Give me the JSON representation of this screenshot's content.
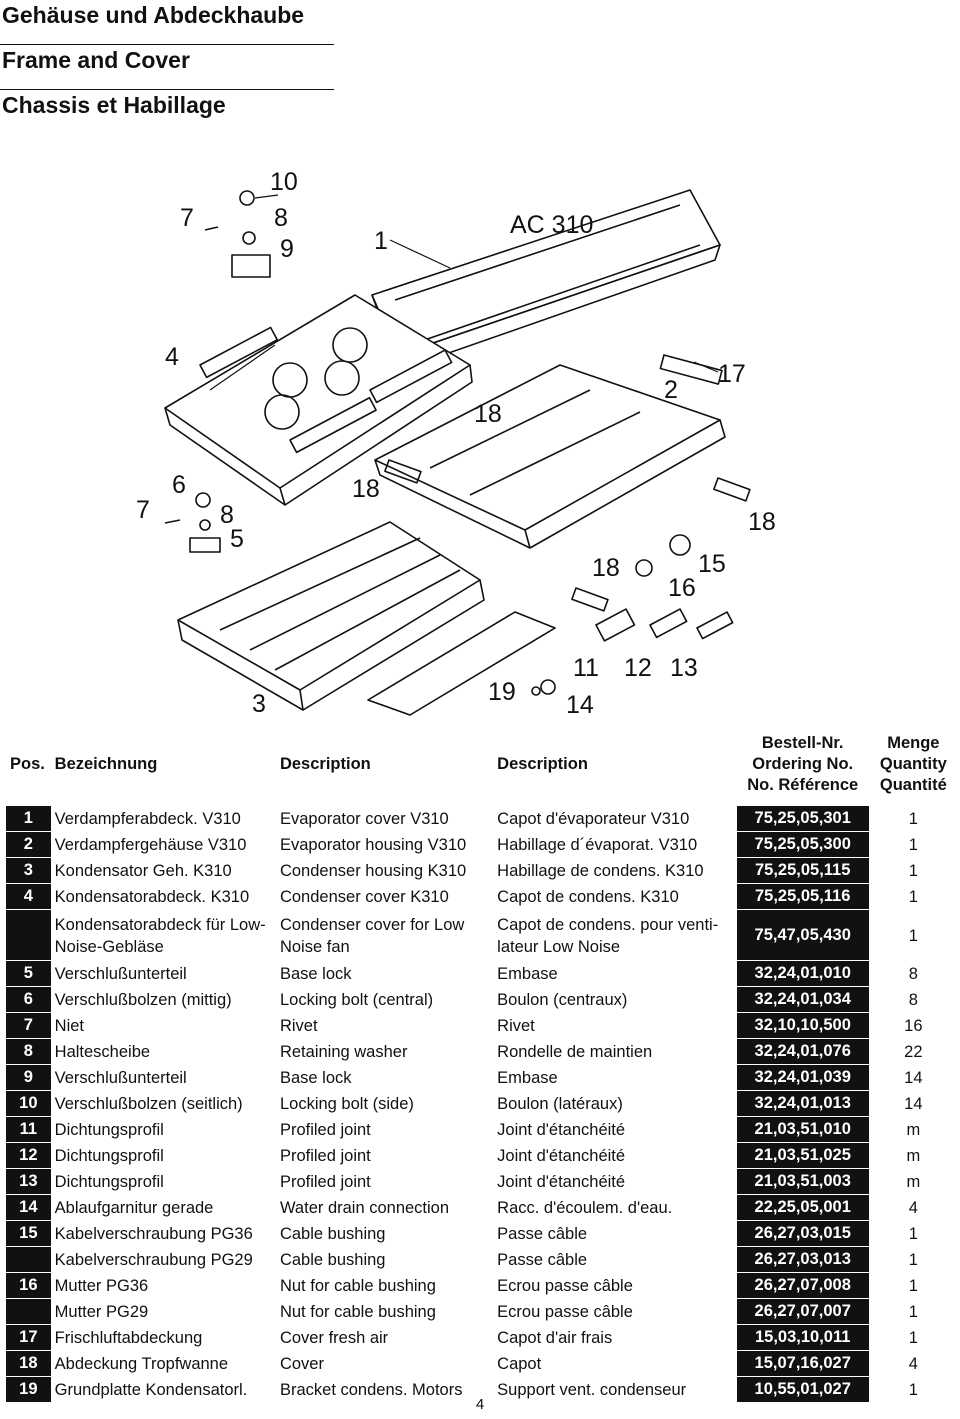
{
  "titles": {
    "de": "Gehäuse und Abdeckhaube",
    "en": "Frame and Cover",
    "fr": "Chassis et Habillage"
  },
  "diagram": {
    "model_label": "AC 310",
    "callouts": {
      "c10": "10",
      "c7a": "7",
      "c8a": "8",
      "c9": "9",
      "c1": "1",
      "c4": "4",
      "c17": "17",
      "c2": "2",
      "c18a": "18",
      "c7b": "7",
      "c6": "6",
      "c8b": "8",
      "c5": "5",
      "c18b": "18",
      "c18c": "18",
      "c18d": "18",
      "c15": "15",
      "c16": "16",
      "c11": "11",
      "c12": "12",
      "c13": "13",
      "c19": "19",
      "c3": "3",
      "c14": "14"
    }
  },
  "table": {
    "headers": {
      "pos": "Pos.",
      "bezeichnung": "Bezeichnung",
      "description_en": "Description",
      "description_fr": "Description",
      "order_1": "Bestell-Nr.",
      "order_2": "Ordering No.",
      "order_3": "No. Référence",
      "qty_1": "Menge",
      "qty_2": "Quantity",
      "qty_3": "Quantité"
    },
    "rows": [
      {
        "pos": "1",
        "de": "Verdampferabdeck. V310",
        "en": "Evaporator cover V310",
        "fr": "Capot d'évaporateur V310",
        "order": "75,25,05,301",
        "qty": "1"
      },
      {
        "pos": "2",
        "de": "Verdampfergehäuse V310",
        "en": "Evaporator housing V310",
        "fr": "Habillage d´évaporat. V310",
        "order": "75,25,05,300",
        "qty": "1"
      },
      {
        "pos": "3",
        "de": "Kondensator Geh. K310",
        "en": "Condenser housing K310",
        "fr": "Habillage de condens. K310",
        "order": "75,25,05,115",
        "qty": "1"
      },
      {
        "pos": "4",
        "de": "Kondensatorabdeck. K310",
        "en": "Condenser cover K310",
        "fr": "Capot de condens. K310",
        "order": "75,25,05,116",
        "qty": "1"
      },
      {
        "pos": "",
        "de": "Kondensatorabdeck für Low-Noise-Gebläse",
        "en": "Condenser cover for Low Noise fan",
        "fr": "Capot de condens. pour venti-lateur Low Noise",
        "order": "75,47,05,430",
        "qty": "1"
      },
      {
        "pos": "5",
        "de": "Verschlußunterteil",
        "en": "Base lock",
        "fr": "Embase",
        "order": "32,24,01,010",
        "qty": "8"
      },
      {
        "pos": "6",
        "de": "Verschlußbolzen (mittig)",
        "en": "Locking bolt (central)",
        "fr": "Boulon (centraux)",
        "order": "32,24,01,034",
        "qty": "8"
      },
      {
        "pos": "7",
        "de": "Niet",
        "en": "Rivet",
        "fr": "Rivet",
        "order": "32,10,10,500",
        "qty": "16"
      },
      {
        "pos": "8",
        "de": "Haltescheibe",
        "en": "Retaining washer",
        "fr": "Rondelle de maintien",
        "order": "32,24,01,076",
        "qty": "22"
      },
      {
        "pos": "9",
        "de": "Verschlußunterteil",
        "en": "Base lock",
        "fr": "Embase",
        "order": "32,24,01,039",
        "qty": "14"
      },
      {
        "pos": "10",
        "de": "Verschlußbolzen (seitlich)",
        "en": "Locking bolt (side)",
        "fr": "Boulon (latéraux)",
        "order": "32,24,01,013",
        "qty": "14"
      },
      {
        "pos": "11",
        "de": "Dichtungsprofil",
        "en": "Profiled joint",
        "fr": "Joint d'étanchéité",
        "order": "21,03,51,010",
        "qty": "m"
      },
      {
        "pos": "12",
        "de": "Dichtungsprofil",
        "en": "Profiled joint",
        "fr": "Joint d'étanchéité",
        "order": "21,03,51,025",
        "qty": "m"
      },
      {
        "pos": "13",
        "de": "Dichtungsprofil",
        "en": "Profiled joint",
        "fr": "Joint d'étanchéité",
        "order": "21,03,51,003",
        "qty": "m"
      },
      {
        "pos": "14",
        "de": "Ablaufgarnitur gerade",
        "en": "Water drain connection",
        "fr": "Racc. d'écoulem. d'eau.",
        "order": "22,25,05,001",
        "qty": "4"
      },
      {
        "pos": "15",
        "de": "Kabelverschraubung PG36",
        "en": "Cable bushing",
        "fr": "Passe câble",
        "order": "26,27,03,015",
        "qty": "1"
      },
      {
        "pos": "",
        "de": "Kabelverschraubung PG29",
        "en": "Cable bushing",
        "fr": "Passe câble",
        "order": "26,27,03,013",
        "qty": "1"
      },
      {
        "pos": "16",
        "de": "Mutter PG36",
        "en": "Nut for cable bushing",
        "fr": "Ecrou passe câble",
        "order": "26,27,07,008",
        "qty": "1"
      },
      {
        "pos": "",
        "de": "Mutter PG29",
        "en": "Nut for cable bushing",
        "fr": "Ecrou passe câble",
        "order": "26,27,07,007",
        "qty": "1"
      },
      {
        "pos": "17",
        "de": "Frischluftabdeckung",
        "en": "Cover fresh air",
        "fr": "Capot d'air frais",
        "order": "15,03,10,011",
        "qty": "1"
      },
      {
        "pos": "18",
        "de": "Abdeckung Tropfwanne",
        "en": "Cover",
        "fr": "Capot",
        "order": "15,07,16,027",
        "qty": "4"
      },
      {
        "pos": "19",
        "de": "Grundplatte Kondensatorl.",
        "en": "Bracket condens. Motors",
        "fr": "Support vent. condenseur",
        "order": "10,55,01,027",
        "qty": "1"
      }
    ]
  },
  "footer": {
    "page_number": "4"
  }
}
